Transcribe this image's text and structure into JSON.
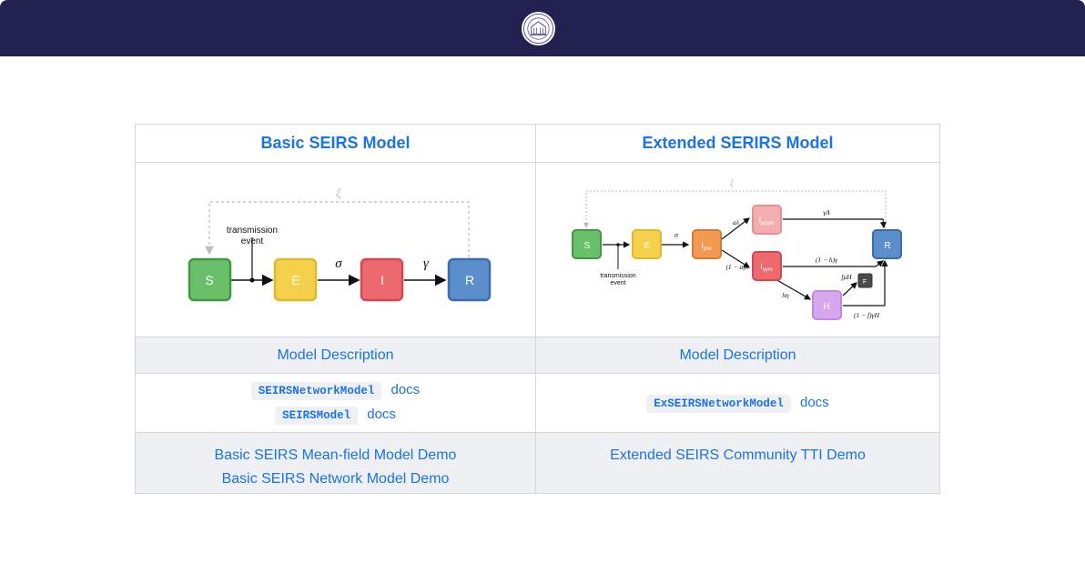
{
  "colors": {
    "topbar": "#23214f",
    "link": "#1a73e8",
    "susceptible": "#6abf69",
    "exposed": "#f5d04a",
    "infectious": "#ec6a6f",
    "recovered": "#5b8fcc",
    "pre_symptomatic": "#f29a52",
    "asymptomatic": "#f5aeb0",
    "hospitalized": "#d6a6ef",
    "fatality": "#4a4a4a"
  },
  "header": {
    "logo_icon": "university-seal-icon"
  },
  "basic": {
    "title": "Basic SEIRS Model",
    "diagram": {
      "nodes": {
        "s": "S",
        "e": "E",
        "i": "I",
        "r": "R"
      },
      "edge_labels": {
        "sigma": "σ",
        "gamma": "γ",
        "xi": "ξ"
      },
      "event_line1": "transmission",
      "event_line2": "event"
    },
    "description_link": "Model Description",
    "classes": [
      {
        "name": "SEIRSNetworkModel",
        "docs": "docs"
      },
      {
        "name": "SEIRSModel",
        "docs": "docs"
      }
    ],
    "demos": [
      "Basic SEIRS Mean-field Model Demo",
      "Basic SEIRS Network Model Demo"
    ]
  },
  "extended": {
    "title": "Extended SERIRS Model",
    "diagram": {
      "nodes": {
        "s": "S",
        "e": "E",
        "ipre_base": "I",
        "ipre_sub": "pre",
        "iasym_base": "I",
        "iasym_sub": "asym",
        "isym_base": "I",
        "isym_sub": "sym",
        "h": "H",
        "f": "F",
        "r": "R"
      },
      "edge_labels": {
        "xi": "ξ",
        "sigma": "σ",
        "a_lambda": "aλ",
        "one_minus_a_lambda": "(1 − a)λ",
        "gamma_a": "γA",
        "one_minus_h_gamma": "(1 − h)γ",
        "h_eta": "hη",
        "f_mu_h": "fμH",
        "one_minus_f_gamma_h": "(1 − f)γH"
      },
      "event_line1": "transmission",
      "event_line2": "event"
    },
    "description_link": "Model Description",
    "classes": [
      {
        "name": "ExSEIRSNetworkModel",
        "docs": "docs"
      }
    ],
    "demos": [
      "Extended SEIRS Community TTI Demo"
    ]
  }
}
